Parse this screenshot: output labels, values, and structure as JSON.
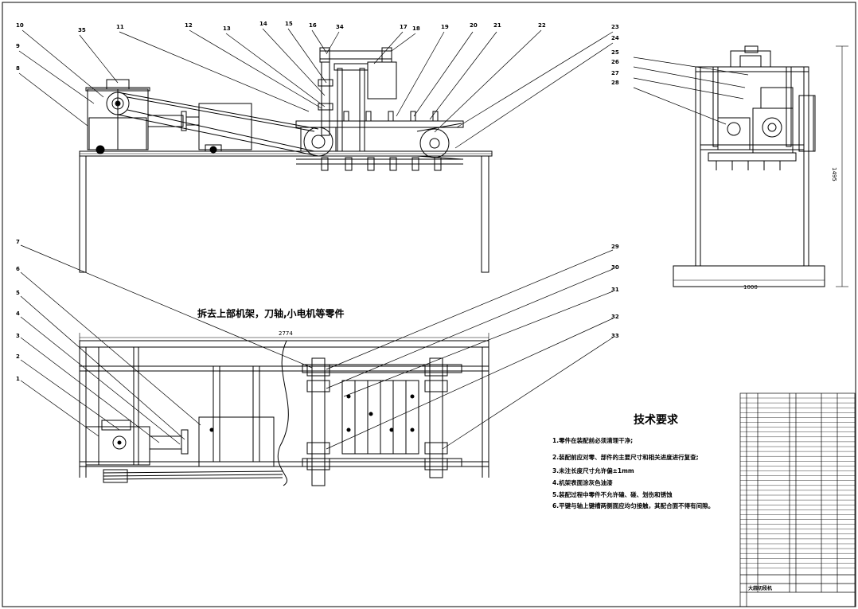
{
  "section_title": "拆去上部机架，刀轴,小电机等零件",
  "dimensions": {
    "overall_length": "2774",
    "side_height": "1495",
    "side_width": "1000"
  },
  "callouts_front": [
    "10",
    "35",
    "11",
    "12",
    "13",
    "14",
    "15",
    "16",
    "34",
    "17",
    "18",
    "19",
    "20",
    "21",
    "22",
    "23",
    "24",
    "9",
    "8"
  ],
  "callouts_side": [
    "25",
    "26",
    "27",
    "28"
  ],
  "callouts_plan_left": [
    "7",
    "6",
    "5",
    "4",
    "3",
    "2",
    "1"
  ],
  "callouts_plan_right": [
    "29",
    "30",
    "31",
    "32",
    "33"
  ],
  "tech_requirements": {
    "title": "技术要求",
    "items": [
      "1.零件在装配前必须清理干净;",
      "2.装配前应对零、部件的主要尺寸和相关进度进行复查;",
      "3.未注长度尺寸允许偏±1mm",
      "4.机架表面涂灰色油漆",
      "5.装配过程中零件不允许磕、碰、划伤和锈蚀",
      "6.平键与轴上键槽两侧面应均匀接触，其配合面不得有间隙。"
    ]
  },
  "title_block": {
    "drawing_name": "大蒜切段机"
  }
}
